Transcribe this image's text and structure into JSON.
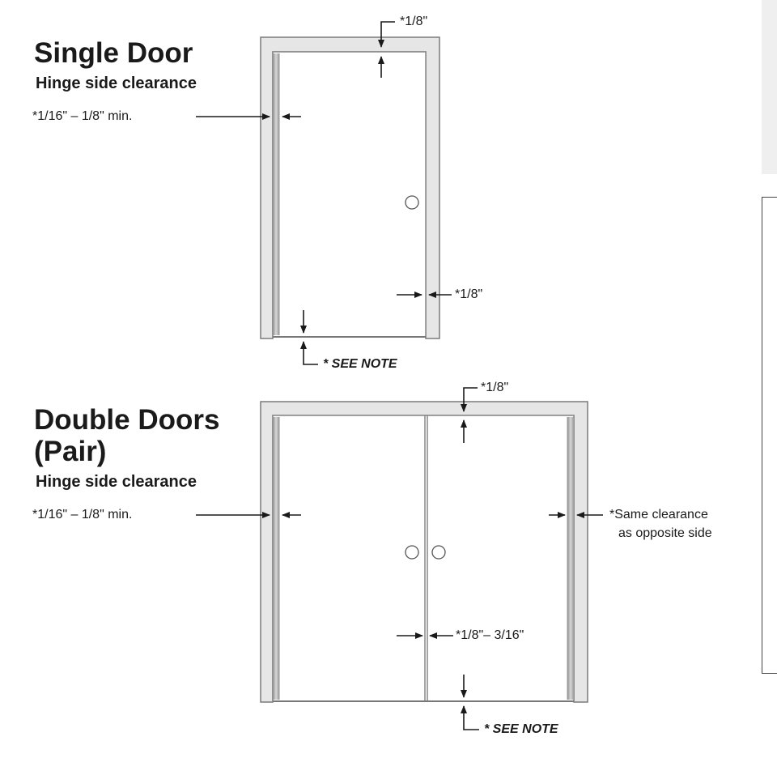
{
  "single_door": {
    "title": "Single Door",
    "subtitle": "Hinge side clearance",
    "hinge_clearance": "*1/16\" – 1/8\" min.",
    "top_clearance": "*1/8\"",
    "latch_clearance": "*1/8\"",
    "bottom_note": "* SEE NOTE"
  },
  "double_doors": {
    "title_line1": "Double Doors",
    "title_line2": "(Pair)",
    "subtitle": "Hinge side clearance",
    "hinge_clearance": "*1/16\" – 1/8\" min.",
    "top_clearance": "*1/8\"",
    "right_clearance_line1": "*Same clearance",
    "right_clearance_line2": "as opposite side",
    "meeting_clearance": "*1/8\"– 3/16\"",
    "bottom_note": "* SEE NOTE"
  },
  "colors": {
    "frame_fill": "#e6e6e6",
    "frame_stroke": "#7a7a7a",
    "hinge_strip": "#b5b5b5",
    "door_stroke": "#888888",
    "arrow": "#1a1a1a"
  }
}
